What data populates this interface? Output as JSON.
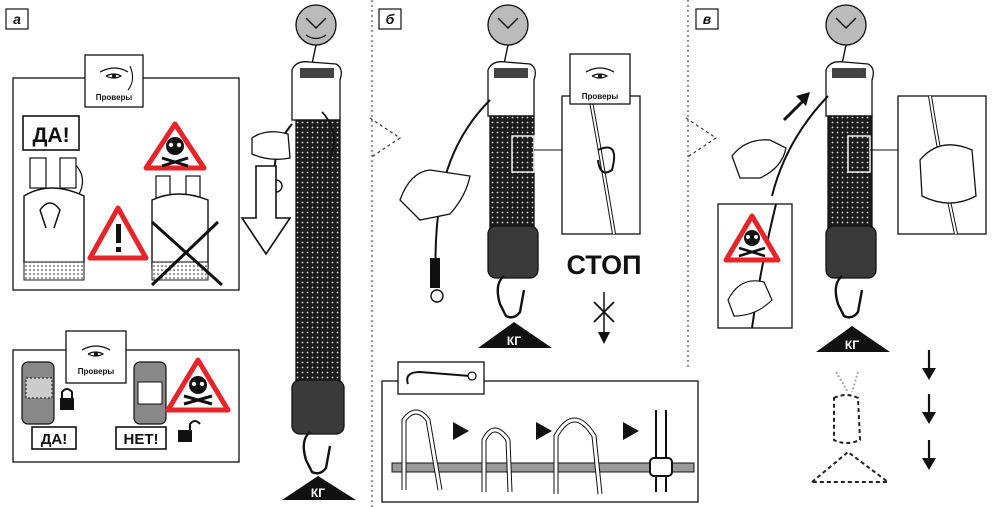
{
  "panels": [
    {
      "letter": "а"
    },
    {
      "letter": "б"
    },
    {
      "letter": "в"
    }
  ],
  "check_label": "Проверы",
  "yes_label": "ДА!",
  "no_label": "НЕТ!",
  "stop_label": "СТОП",
  "load_label": "КГ",
  "colors": {
    "danger": "#e8242b",
    "dark_fill": "#3a3a3a",
    "mesh_fill": "#1c1c1c",
    "line": "#111111"
  },
  "icons": [
    "eye-icon",
    "skull-danger-icon",
    "warning-icon",
    "lock-icon",
    "unlock-icon",
    "arrow-down-icon",
    "rope-loop-icon"
  ]
}
